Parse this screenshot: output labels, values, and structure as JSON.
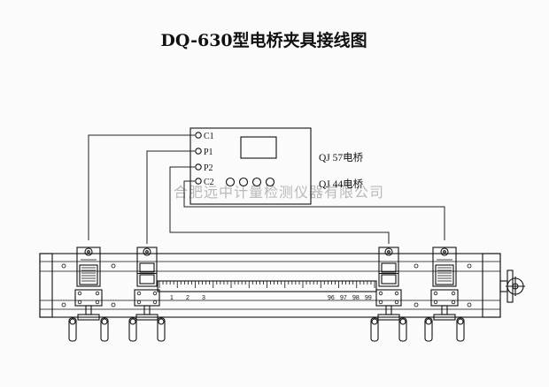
{
  "title": "DQ-630型电桥夹具接线图",
  "terminals": [
    "C1",
    "P1",
    "P2",
    "C2"
  ],
  "bridge_models": [
    "QJ  57电桥",
    "QJ  44电桥"
  ],
  "watermark": "合肥远中计量检测仪器有限公司",
  "scale": {
    "left_labels": [
      "1",
      "2",
      "3"
    ],
    "right_labels": [
      "96",
      "97",
      "98",
      "99"
    ]
  },
  "colors": {
    "ink": "#111111",
    "watermark": "#b9b9b9",
    "background": "#fbfbfb"
  },
  "icons": [
    "handwheel-icon",
    "knob-icon",
    "clamp-icon"
  ]
}
